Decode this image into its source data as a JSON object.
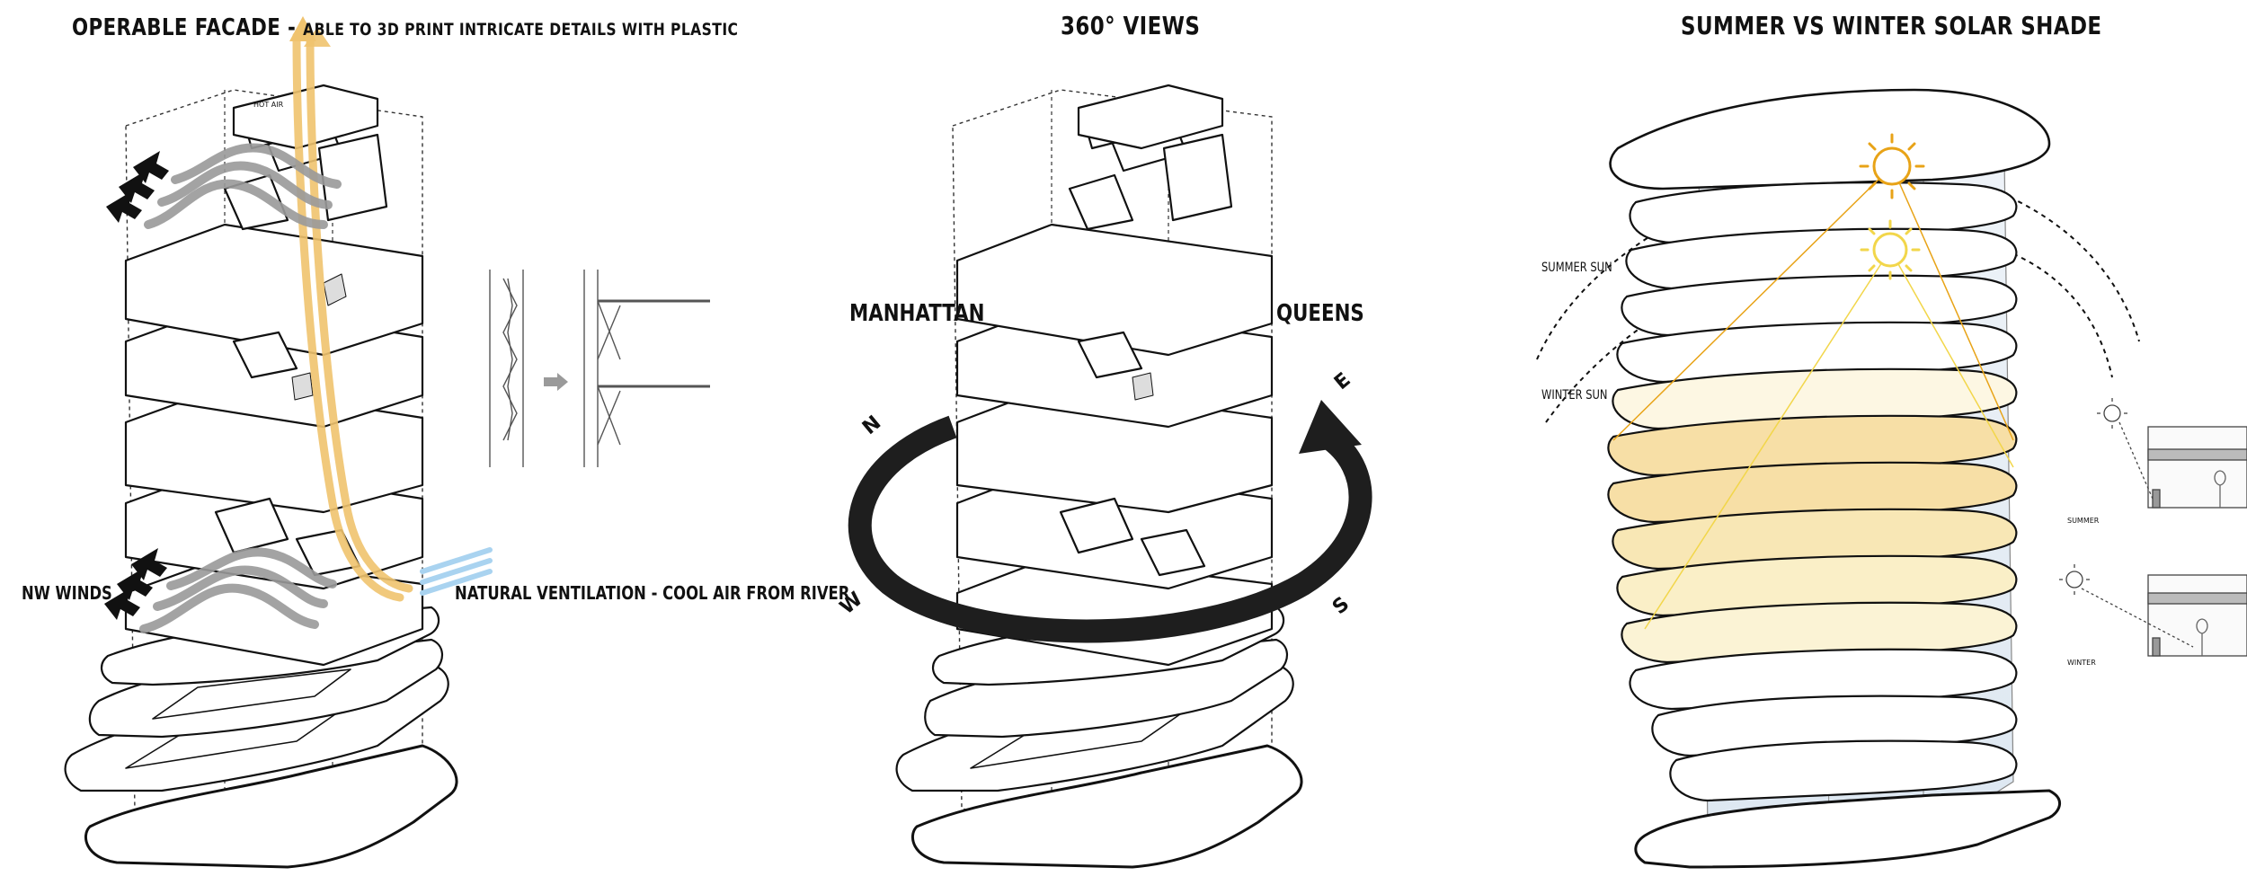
{
  "panel_1": {
    "title_main": "OPERABLE FACADE -",
    "title_sub": "ABLE TO 3D PRINT INTRICATE DETAILS WITH PLASTIC",
    "hot_air": "HOT AIR",
    "nw_winds": "NW WINDS",
    "natural_ventilation": "NATURAL VENTILATION - COOL AIR FROM RIVER"
  },
  "panel_2": {
    "title": "360° VIEWS",
    "manhattan": "MANHATTAN",
    "queens": "QUEENS",
    "compass_n": "N",
    "compass_e": "E",
    "compass_s": "S",
    "compass_w": "W"
  },
  "panel_3": {
    "title": "SUMMER VS WINTER SOLAR SHADE",
    "summer_sun": "SUMMER SUN",
    "winter_sun": "WINTER SUN",
    "inset_summer": "SUMMER",
    "inset_winter": "WINTER"
  },
  "colors": {
    "hot_air": "#f0c36e",
    "cool_air": "#a9d3f0",
    "wind_arrow": "#9a9a9a",
    "sun_summer": "#e8a317",
    "sun_winter": "#f2d64a",
    "floor_warm": "#f7dfa6",
    "glass": "#dfe8f2",
    "arrow_ring": "#1e1e1e"
  }
}
